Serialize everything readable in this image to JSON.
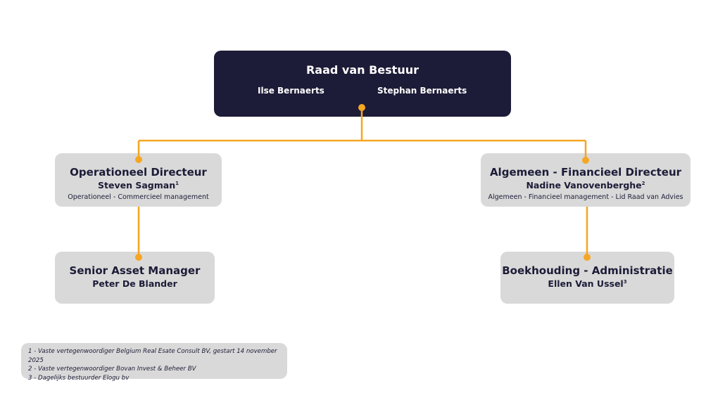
{
  "board": {
    "title": "Raad van Bestuur",
    "members": [
      "Ilse Bernaerts",
      "Stephan Bernaerts"
    ]
  },
  "nodes": [
    {
      "role": "Operationeel Directeur",
      "name": "Steven Sagman",
      "note_ref": "1",
      "description": "Operationeel - Commercieel management"
    },
    {
      "role": "Algemeen - Financieel Directeur",
      "name": "Nadine Vanovenberghe",
      "note_ref": "2",
      "description": "Algemeen - Financieel management - Lid Raad van Advies"
    },
    {
      "role": "Senior Asset Manager",
      "name": "Peter De Blander"
    },
    {
      "role": "Boekhouding - Administratie",
      "name": "Ellen Van Ussel",
      "note_ref": "3"
    }
  ],
  "footnotes": [
    "1 - Vaste vertegenwoordiger Belgium Real Esate Consult BV, gestart 14 november 2025",
    "2 - Vaste vertegenwoordiger Bovan Invest & Beheer BV",
    "3 - Dagelijks bestuurder Elogu bv"
  ],
  "colors": {
    "connector": "#f5a623",
    "board_bg": "#1c1c38",
    "node_bg": "#d9d9d9"
  }
}
